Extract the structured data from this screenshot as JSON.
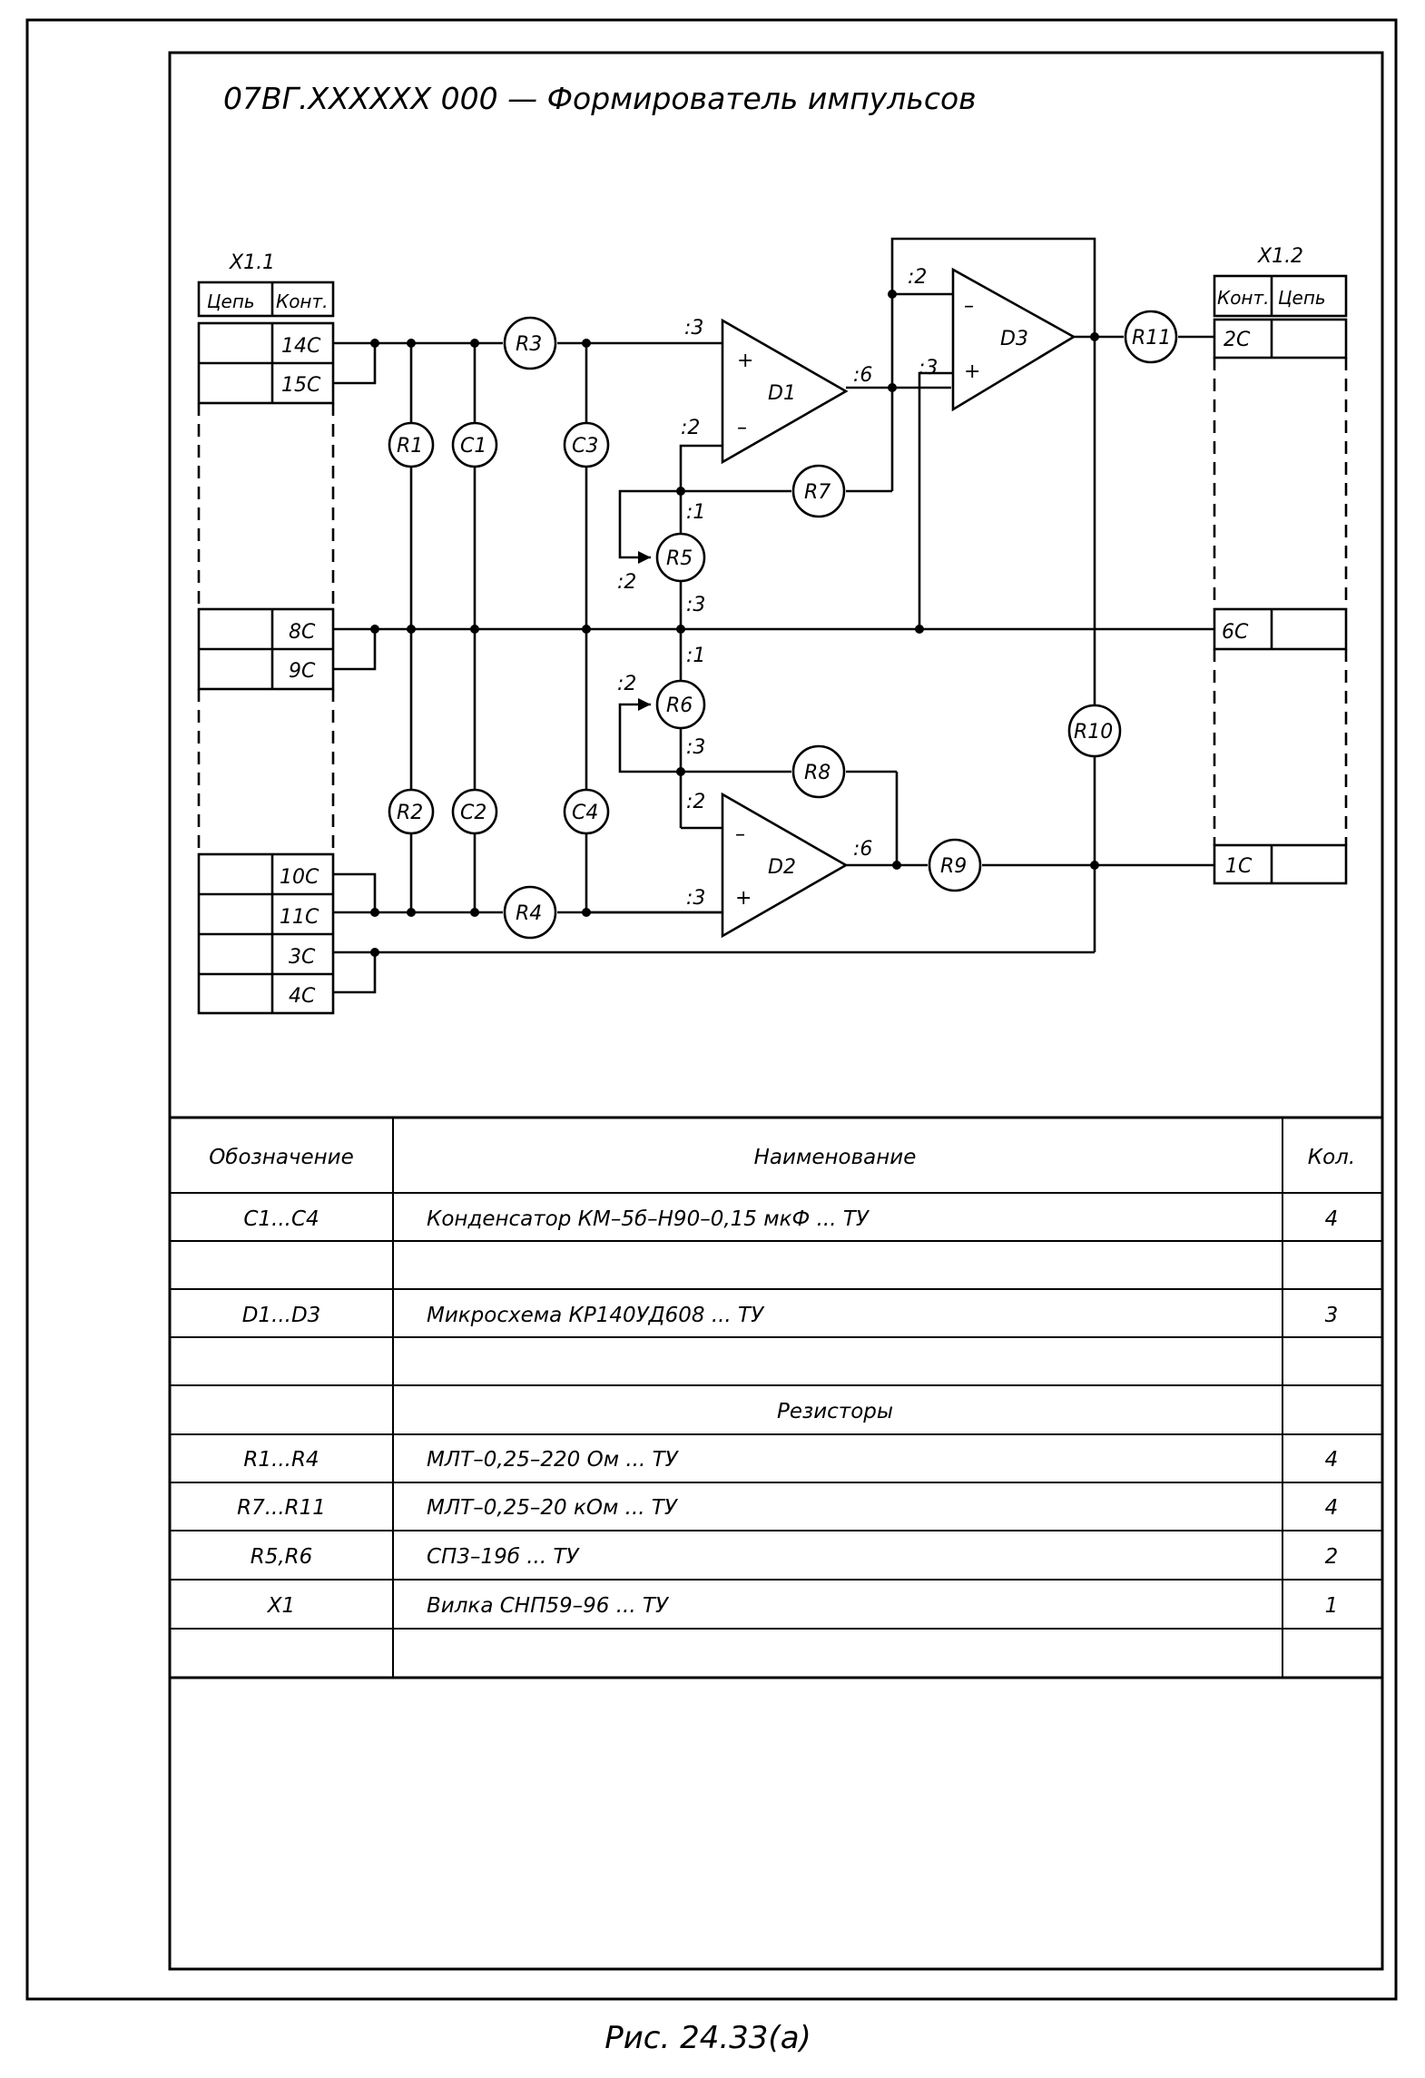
{
  "title": "07ВГ.XXXXXX 000  —  Формирователь импульсов",
  "caption": "Рис. 24.33(а)",
  "connector_left": {
    "name": "X1.1",
    "header": [
      "Цепь",
      "Конт."
    ],
    "contacts": [
      "14С",
      "15С",
      "8С",
      "9С",
      "10С",
      "11С",
      "3С",
      "4С"
    ]
  },
  "connector_right": {
    "name": "X1.2",
    "header": [
      "Конт.",
      "Цепь"
    ],
    "contacts": [
      "2С",
      "6С",
      "1С"
    ]
  },
  "components": {
    "resistors": [
      "R1",
      "R2",
      "R3",
      "R4",
      "R5",
      "R6",
      "R7",
      "R8",
      "R9",
      "R10",
      "R11"
    ],
    "capacitors": [
      "C1",
      "C2",
      "C3",
      "C4"
    ],
    "amplifiers": [
      "D1",
      "D2",
      "D3"
    ]
  },
  "pins": {
    "d1_in_plus": ":3",
    "d1_in_minus": ":2",
    "d1_out": ":6",
    "d2_in_minus": ":2",
    "d2_in_plus": ":3",
    "d2_out": ":6",
    "d3_in_minus": ":2",
    "d3_in_plus": ":3",
    "r5_top": ":1",
    "r5_wiper": ":2",
    "r5_bottom": ":3",
    "r6_top": ":1",
    "r6_wiper": ":2",
    "r6_bottom": ":3"
  },
  "signs": {
    "plus": "+",
    "minus": "–"
  },
  "bom": {
    "headers": [
      "Обозначение",
      "Наименование",
      "Кол."
    ],
    "rows": [
      {
        "ref": "C1...C4",
        "name": "Конденсатор  КМ–5б–Н90–0,15  мкФ  ... ТУ",
        "qty": "4"
      },
      {
        "ref": "",
        "name": "",
        "qty": ""
      },
      {
        "ref": "D1...D3",
        "name": "Микросхема  КР140УД608  ... ТУ",
        "qty": "3"
      },
      {
        "ref": "",
        "name": "",
        "qty": ""
      },
      {
        "ref": "",
        "name": "Резисторы",
        "qty": "",
        "section": true
      },
      {
        "ref": "R1...R4",
        "name": "МЛТ–0,25–220  Ом  ... ТУ",
        "qty": "4"
      },
      {
        "ref": "R7...R11",
        "name": "МЛТ–0,25–20  кОм  ... ТУ",
        "qty": "4"
      },
      {
        "ref": "R5,R6",
        "name": "СП3–19б  ... ТУ",
        "qty": "2"
      },
      {
        "ref": "X1",
        "name": "Вилка  СНП59–96  ... ТУ",
        "qty": "1"
      },
      {
        "ref": "",
        "name": "",
        "qty": ""
      }
    ]
  }
}
